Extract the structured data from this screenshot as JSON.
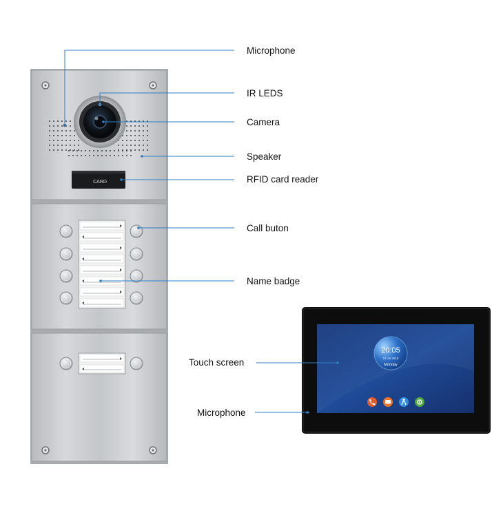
{
  "callouts": {
    "microphone_panel": "Microphone",
    "ir_leds": "IR LEDS",
    "camera": "Camera",
    "speaker": "Speaker",
    "rfid_reader": "RFID card reader",
    "call_button": "Call buton",
    "name_badge": "Name badge",
    "touch_screen": "Touch screen",
    "microphone_monitor": "Microphone"
  },
  "panel": {
    "card_reader_label": "CARD"
  },
  "monitor": {
    "clock_time": "20:05",
    "clock_date": "04-26 2019",
    "clock_day": "Monday",
    "app_icons": [
      "phone-icon",
      "message-icon",
      "person-icon",
      "settings-icon"
    ]
  },
  "colors": {
    "leader_line": "#2c7fc4",
    "panel_steel": "#c9ccce",
    "screen_blue": "#1e3f86",
    "monitor_bezel": "#0d0d0d"
  }
}
